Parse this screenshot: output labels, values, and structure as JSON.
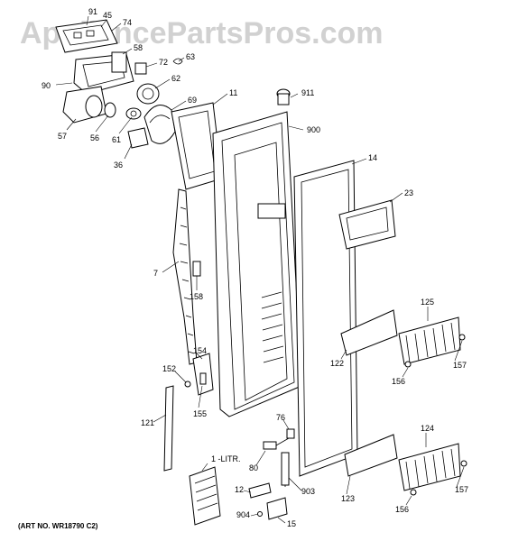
{
  "watermark": "AppliancePartsPros.com",
  "art_number": "(ART NO. WR18790 C2)",
  "callouts": {
    "p91": "91",
    "p45": "45",
    "p74": "74",
    "p58": "58",
    "p72": "72",
    "p63": "63",
    "p90": "90",
    "p62": "62",
    "p69": "69",
    "p57": "57",
    "p56": "56",
    "p61": "61",
    "p36": "36",
    "p11": "11",
    "p911": "911",
    "p900": "900",
    "p14": "14",
    "p23": "23",
    "p7": "7",
    "p158": "158",
    "p125": "125",
    "p154": "154",
    "p152": "152",
    "p122": "122",
    "p157a": "157",
    "p156a": "156",
    "p155": "155",
    "p121": "121",
    "p1litr": "1 -LITR.",
    "p80": "80",
    "p124": "124",
    "p76": "76",
    "p12": "12",
    "p903": "903",
    "p123": "123",
    "p157b": "157",
    "p156b": "156",
    "p904": "904",
    "p15": "15"
  }
}
